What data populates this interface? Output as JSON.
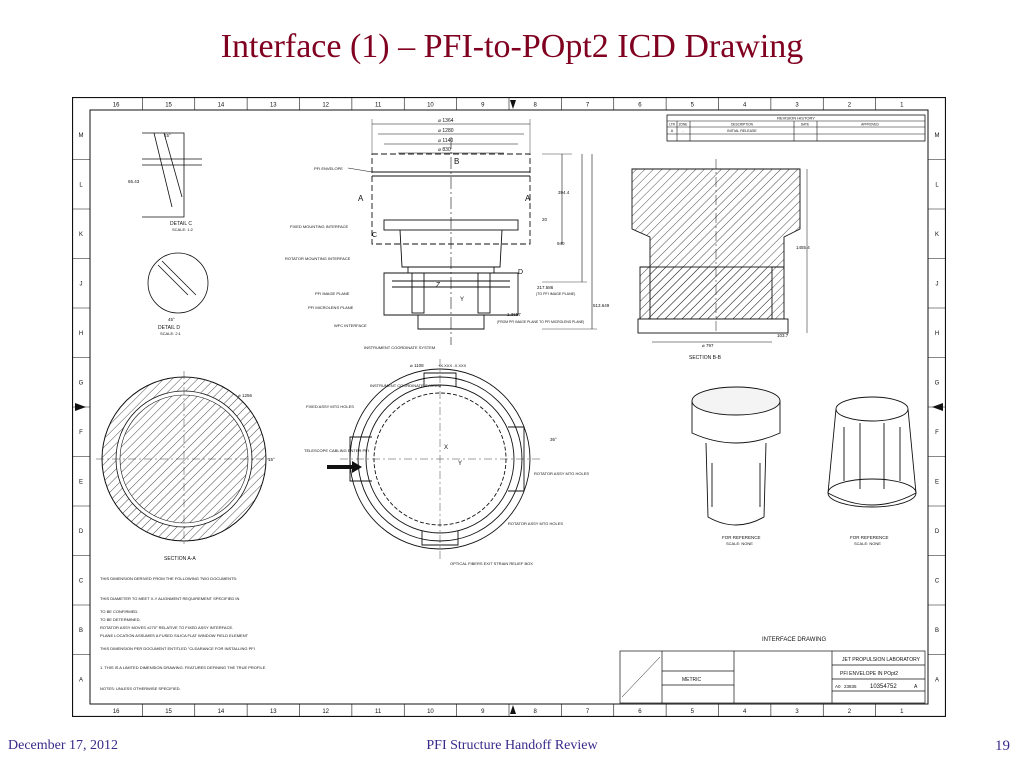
{
  "slide": {
    "title": "Interface (1) – PFI-to-POpt2 ICD Drawing",
    "footer_date": "December 17, 2012",
    "footer_center": "PFI Structure Handoff Review",
    "page_number": "19"
  },
  "drawing": {
    "zone_columns": [
      "16",
      "15",
      "14",
      "13",
      "12",
      "11",
      "10",
      "9",
      "8",
      "7",
      "6",
      "5",
      "4",
      "3",
      "2",
      "1"
    ],
    "zone_rows": [
      "M",
      "L",
      "K",
      "J",
      "H",
      "G",
      "F",
      "E",
      "D",
      "C",
      "B",
      "A"
    ],
    "revision_history": {
      "title": "REVISION HISTORY",
      "headers": [
        "LTR",
        "ZONE",
        "DESCRIPTION",
        "DATE",
        "APPROVED"
      ],
      "rows": [
        [
          "A",
          "-",
          "INITIAL RELEASE",
          "",
          ""
        ]
      ]
    },
    "dimensions": {
      "d1": "⌀ 1364",
      "d2": "⌀ 1280",
      "d3": "⌀ 1140",
      "d4": "⌀ 830",
      "h1": "394.4",
      "h2": "20",
      "h3": "940",
      "h4": "217.586",
      "h4_note": "(TO PFI IMAGE PLANE)",
      "h5": "513.649",
      "h6": "1.3657",
      "h6_note": "(FROM PFI IMAGE PLANE TO PFI MICROLENS PLANE)",
      "d_bottom": "⌀ 1108",
      "tol": "+X.XXX -X.XXX",
      "sec_height": "1455.4",
      "sec_diam": "⌀ 797",
      "sec_off": "103.7",
      "detail_c_dim": "65.43",
      "detail_c_ang": "15°",
      "detail_d_ang": "45°",
      "a_diam": "⌀ 1256",
      "a_ang": "15°",
      "top_ang": "36°"
    },
    "labels": {
      "pfi_envelope": "PFI ENVELOPE",
      "fixed_mounting_interface": "FIXED MOUNTING INTERFACE",
      "rotator_mounting_interface": "ROTATOR MOUNTING INTERFACE",
      "pfi_image_plane": "PFI IMAGE PLANE",
      "pfi_microlens_plane": "PFI MICROLENS PLANE",
      "wfc_interface": "WFC INTERFACE",
      "instrument_coordinate_system": "INSTRUMENT COORDINATE SYSTEM",
      "fixed_assy_holes": "FIXED ASSY MTG HOLES",
      "telescope_cabling": "TELESCOPE CABLING ENTER PFI",
      "rotator_assy_holes": "ROTATOR ASSY MTG HOLES",
      "optical_fibers_exit": "OPTICAL FIBERS EXIT STRAIN RELIEF BOX",
      "detail_c": "DETAIL C",
      "detail_c_scale": "SCALE: 1:2",
      "detail_d": "DETAIL D",
      "detail_d_scale": "SCALE: 2:1",
      "section_aa": "SECTION A-A",
      "section_bb": "SECTION B-B",
      "for_reference_1": "FOR REFERENCE",
      "for_reference_2": "FOR REFERENCE",
      "scale_none": "SCALE: NONE",
      "interface_drawing": "INTERFACE DRAWING",
      "b_letter": "B",
      "a_letter": "A",
      "c_letter": "C",
      "d_letter": "D",
      "z_axis": "Z",
      "x_axis": "X",
      "y_axis": "Y"
    },
    "notes": [
      "THIS DIMENSION DERIVED FROM THE FOLLOWING TWO DOCUMENTS:",
      "THIS DIAMETER TO MEET X-Y ALIGNMENT REQUIREMENT SPECIFIED IN",
      "TO BE CONFIRMED.",
      "TO BE DETERMINED.",
      "ROTATOR ASSY MOVES ±270° RELATIVE TO FIXED ASSY INTERFACE.",
      "PLANE LOCATION ASSUMES A FUSED SILICA FLAT WINDOW FIELD ELEMENT",
      "THIS DIMENSION PER DOCUMENT ENTITLED \"CLEARANCE FOR INSTALLING PFI",
      "1. THIS IS A LIMITED DIMENSION DRAWING. FEATURES DEFINING THE TRUE PROFILE",
      "NOTES: UNLESS OTHERWISE SPECIFIED."
    ],
    "title_block": {
      "metric": "METRIC",
      "lab": "JET PROPULSION LABORATORY",
      "title": "PFI ENVELOPE IN POpt2",
      "cage": "23835",
      "size": "A0",
      "dwg_no": "10354752",
      "rev": "A"
    }
  }
}
